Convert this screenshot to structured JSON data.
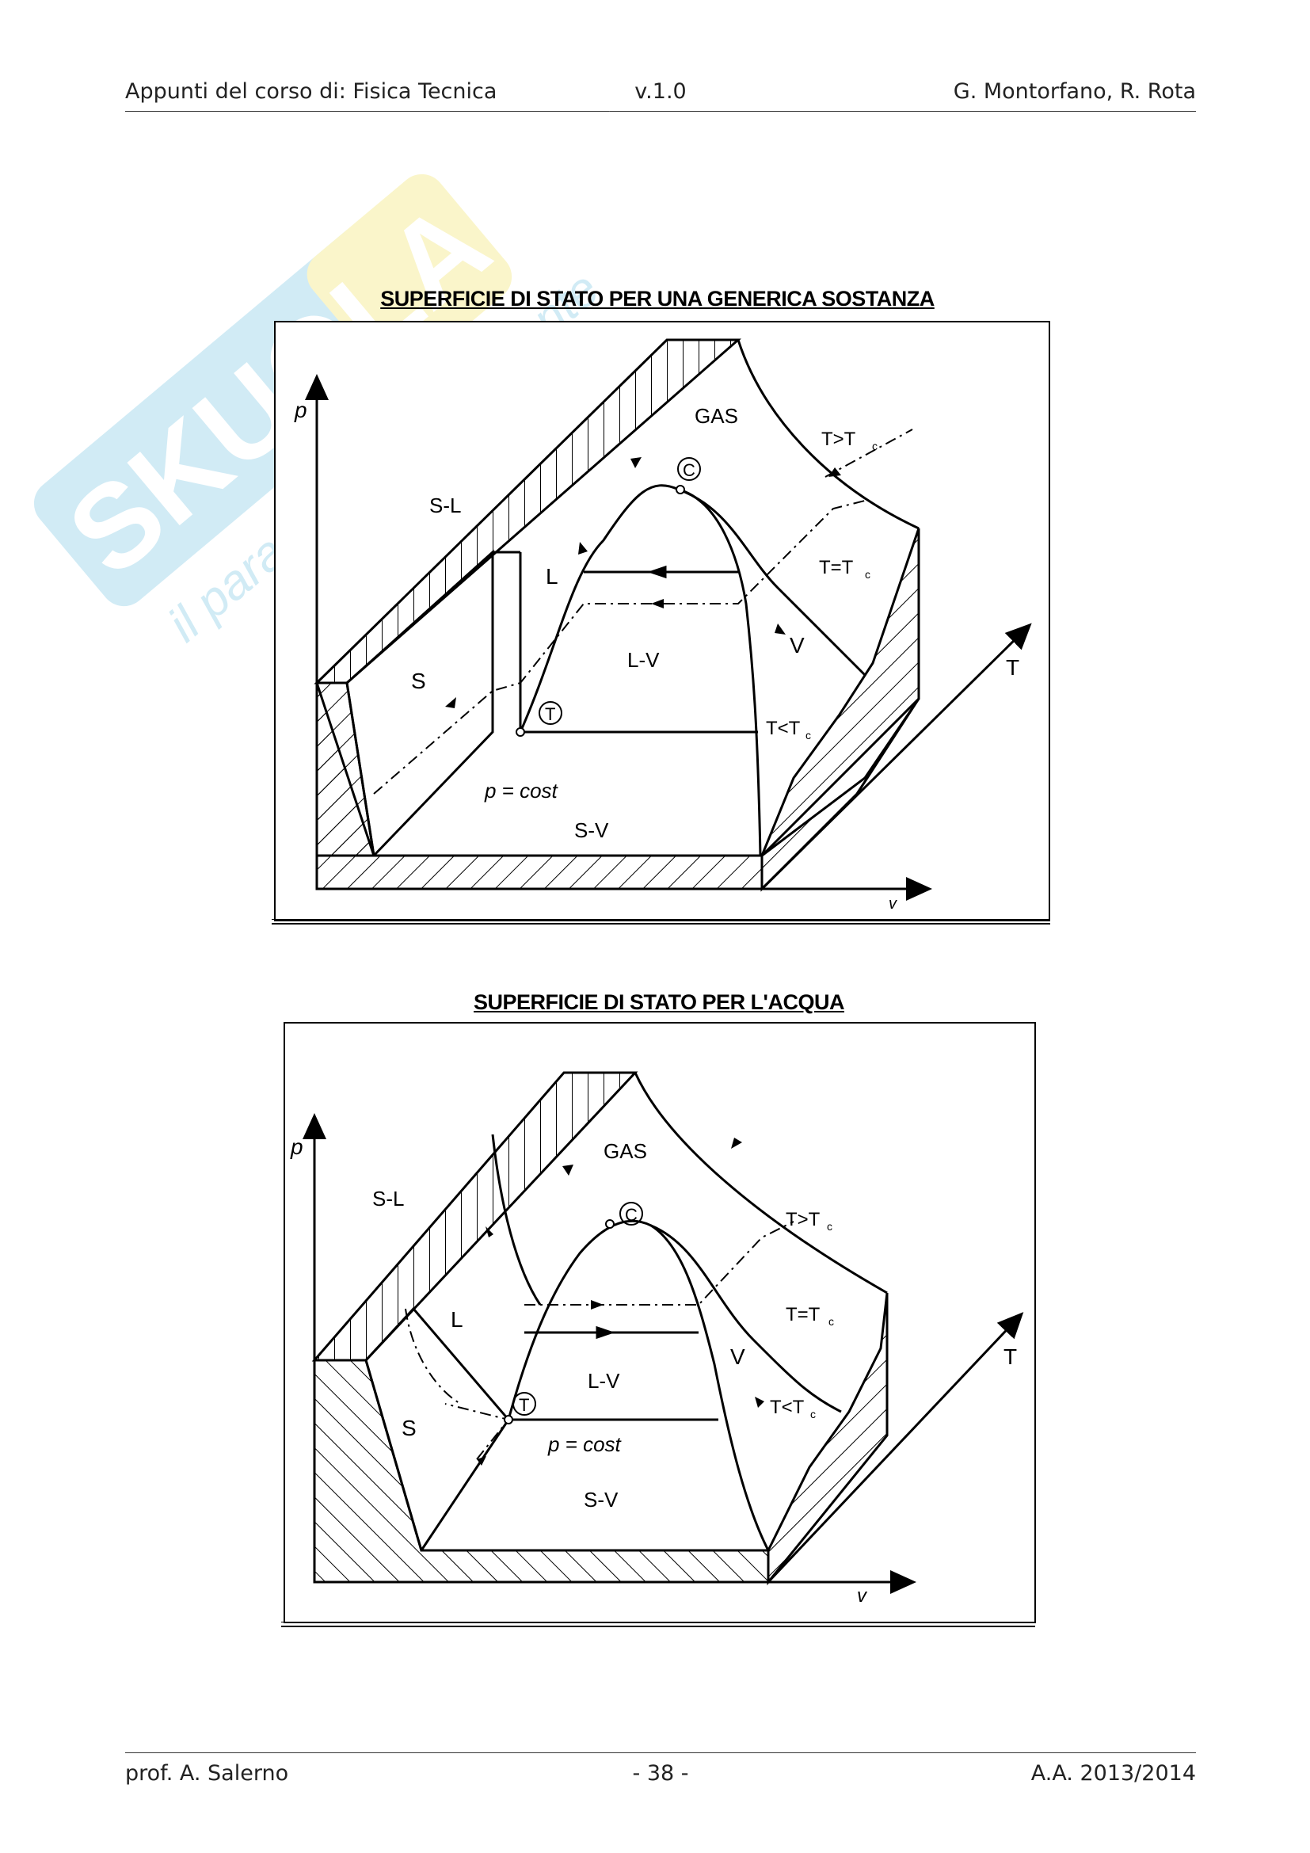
{
  "header": {
    "left": "Appunti del corso di: Fisica Tecnica",
    "center": "v.1.0",
    "right": "G. Montorfano, R. Rota"
  },
  "watermark": {
    "brand": "SKUOLA.net",
    "tagline": "il paradiso dello studente"
  },
  "figure1": {
    "title": "SUPERFICIE DI STATO PER UNA GENERICA SOSTANZA",
    "labels": {
      "p": "p",
      "v": "v",
      "T": "T",
      "gas": "GAS",
      "sl": "S-L",
      "l": "L",
      "lv": "L-V",
      "s": "S",
      "sv": "S-V",
      "vap": "V",
      "c": "C",
      "tp": "T",
      "pcost": "p = cost",
      "tgt": "T>T",
      "teq": "T=T",
      "tlt": "T<T",
      "sub": "c"
    }
  },
  "figure2": {
    "title": "SUPERFICIE DI STATO PER L'ACQUA",
    "labels": {
      "p": "p",
      "v": "v",
      "T": "T",
      "gas": "GAS",
      "sl": "S-L",
      "l": "L",
      "lv": "L-V",
      "s": "S",
      "sv": "S-V",
      "vap": "V",
      "c": "C",
      "tp": "T",
      "pcost": "p = cost",
      "tgt": "T>T",
      "teq": "T=T",
      "tlt": "T<T",
      "sub": "c"
    }
  },
  "footer": {
    "left": "prof. A. Salerno",
    "center": "- 38 -",
    "right": "A.A. 2013/2014"
  }
}
